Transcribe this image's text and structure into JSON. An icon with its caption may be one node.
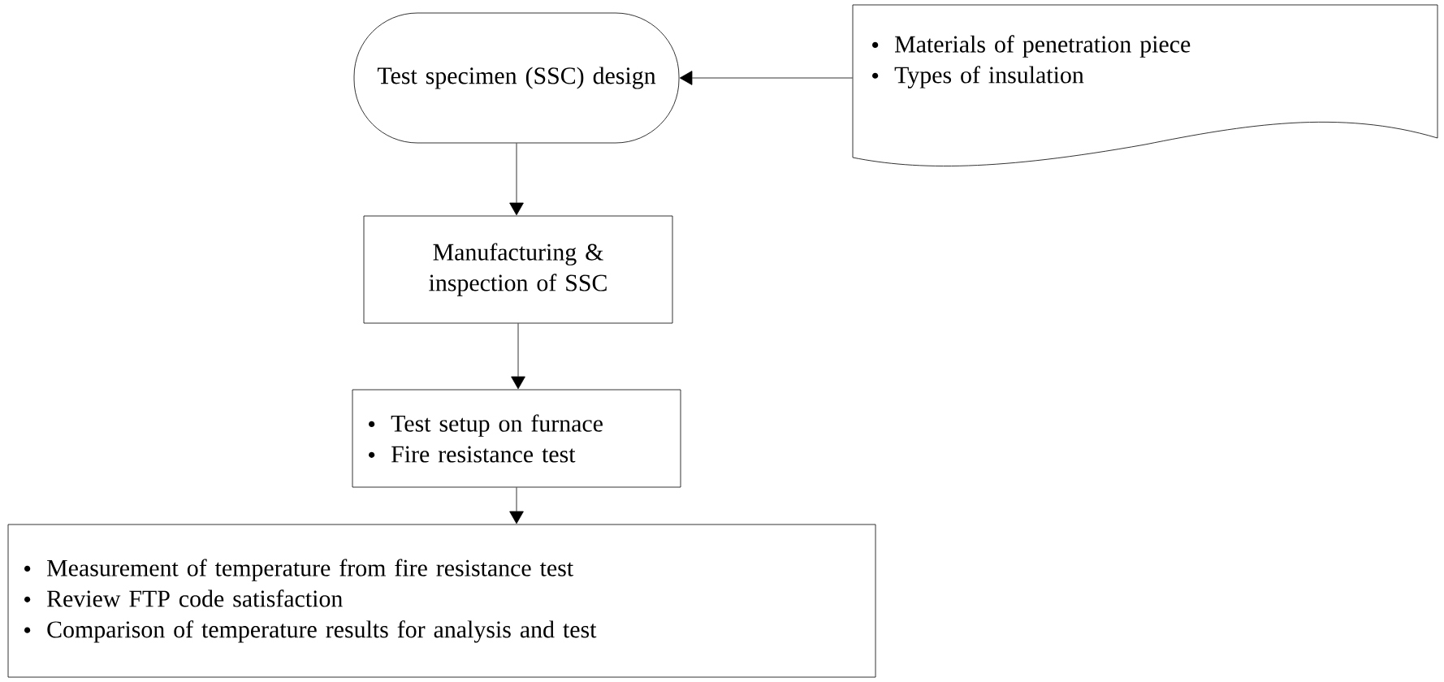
{
  "diagram": {
    "nodes": [
      {
        "text": [
          "Test specimen (SSC) design"
        ]
      },
      {
        "text": [
          "Materials of penetration piece",
          "Types of insulation"
        ]
      },
      {
        "text": [
          "Manufacturing & inspection of SSC"
        ]
      },
      {
        "text": [
          "Test setup on furnace",
          "Fire resistance test"
        ]
      },
      {
        "text": [
          "Measurement of temperature from fire resistance test",
          "Review FTP code satisfaction",
          "Comparison of temperature results for analysis and test"
        ]
      }
    ],
    "edges": [
      {
        "from": 1,
        "to": 0,
        "arrow": "to"
      },
      {
        "from": 0,
        "to": 2,
        "arrow": "to"
      },
      {
        "from": 2,
        "to": 3,
        "arrow": "to"
      },
      {
        "from": 3,
        "to": 4,
        "arrow": "to"
      }
    ]
  }
}
